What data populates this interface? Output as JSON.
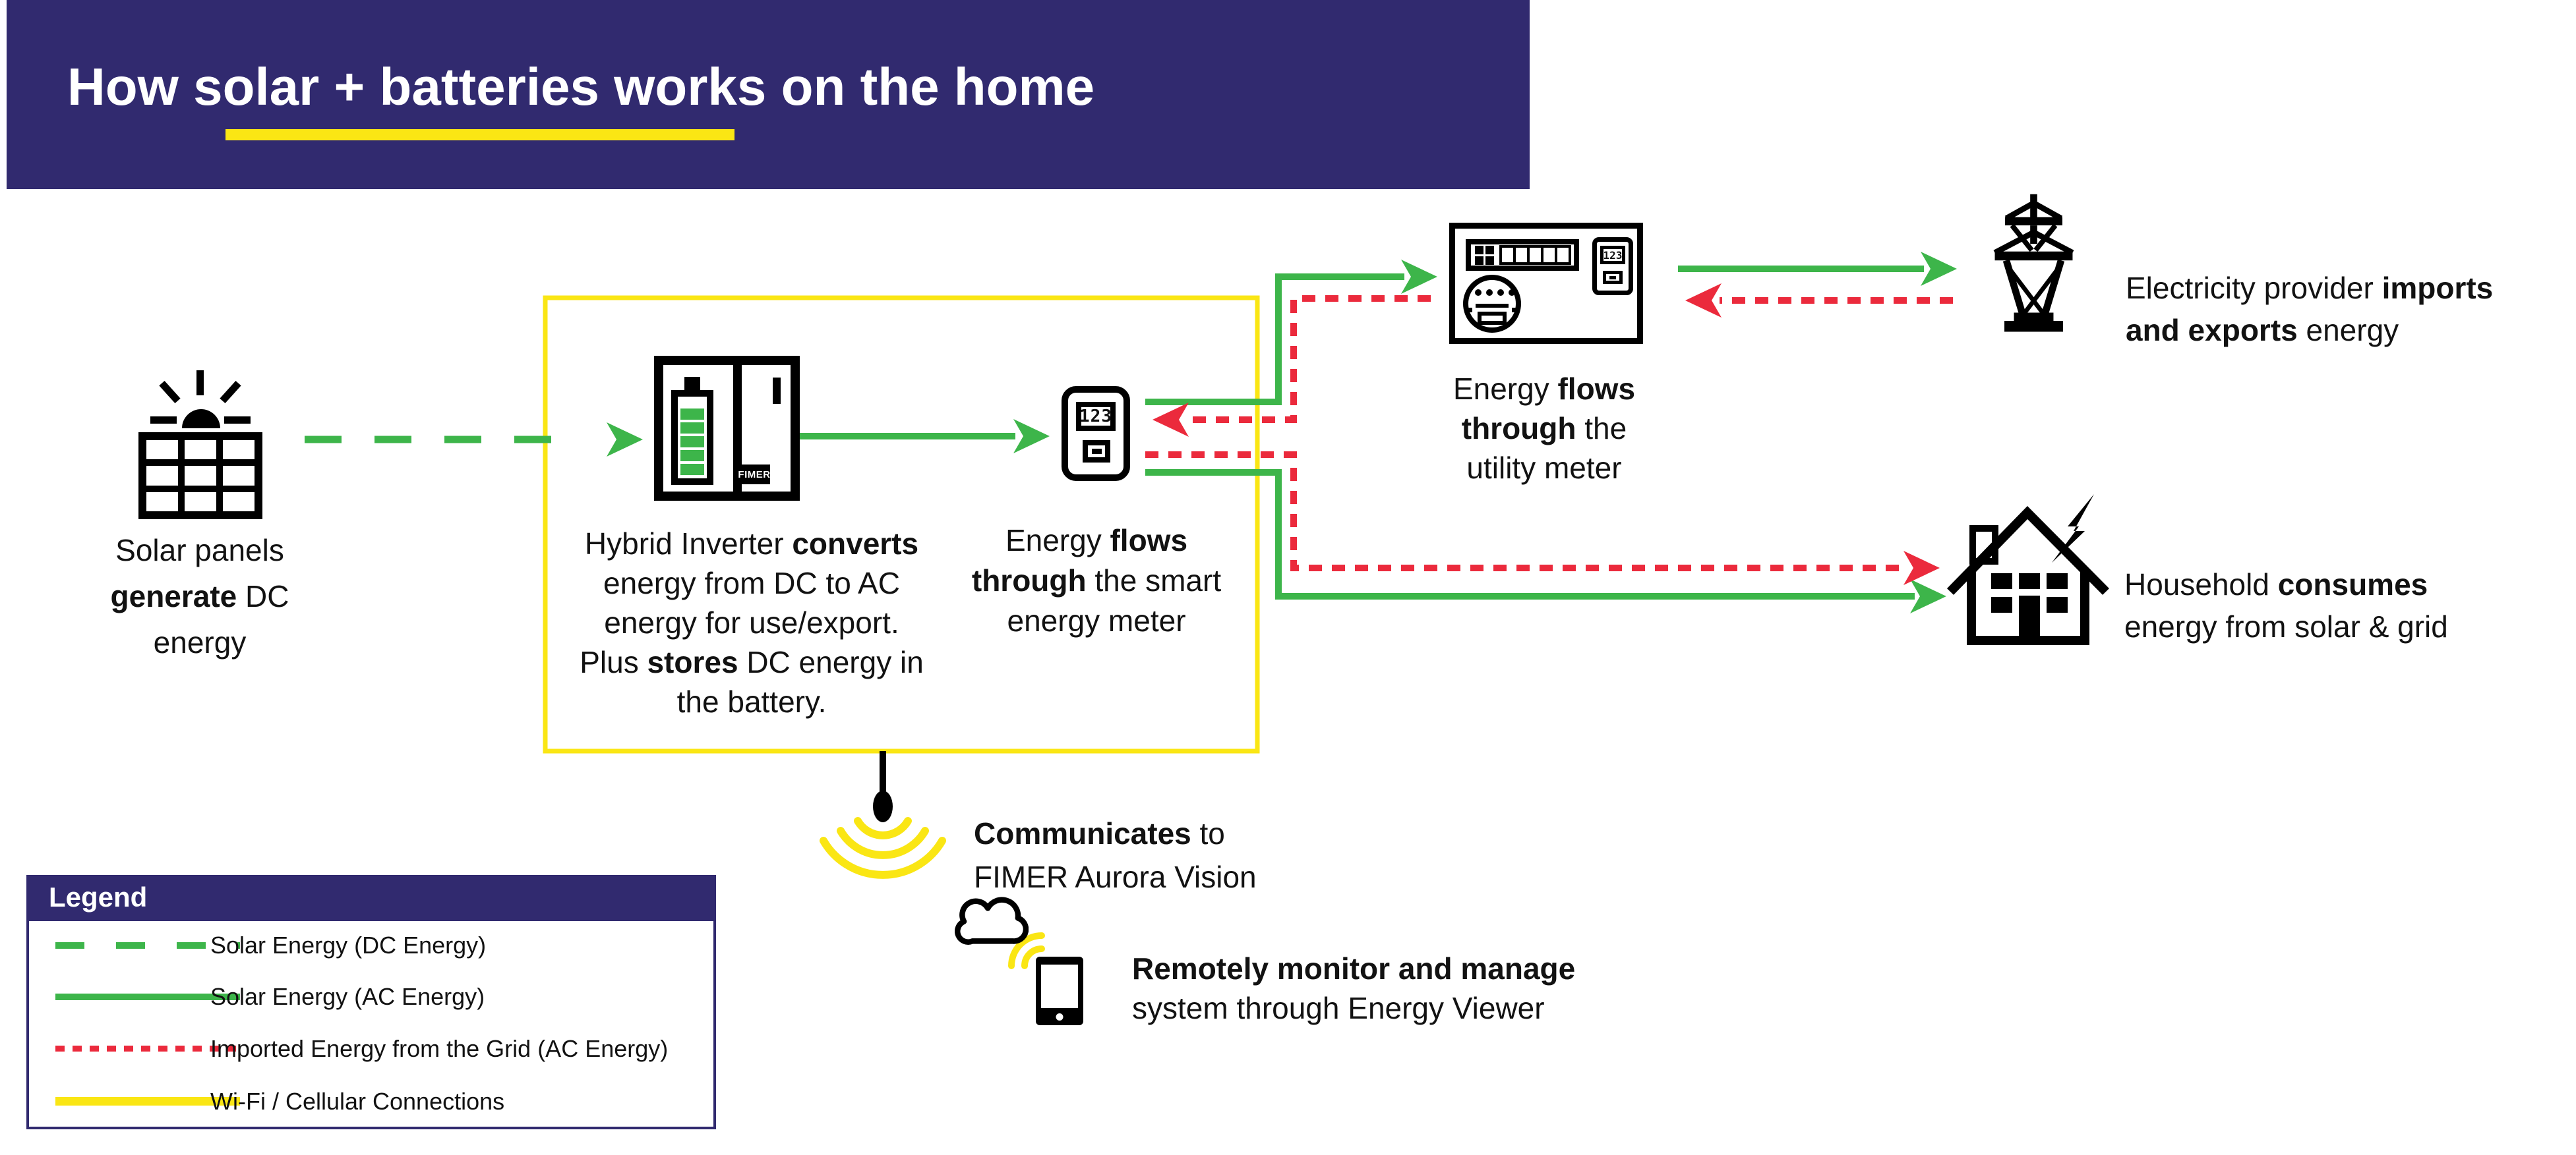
{
  "title": {
    "pre": "How ",
    "highlight": "solar + batteries",
    "post": " works on the home"
  },
  "colors": {
    "navy": "#312A6F",
    "green": "#3DB54A",
    "red": "#EB2A3C",
    "yellow": "#FAE614",
    "black": "#000000"
  },
  "solar": {
    "l1": "Solar panels",
    "l2b": "generate",
    "l2": " DC",
    "l3": "energy"
  },
  "inverter": {
    "brand": "FIMER",
    "l1": "Hybrid Inverter ",
    "l1b": "converts",
    "l2": "energy from DC to AC",
    "l3": "energy for use/export.",
    "l4a": "Plus ",
    "l4b": "stores",
    "l4c": " DC energy in",
    "l5": "the battery."
  },
  "smart_meter": {
    "display": "123",
    "l1": "Energy ",
    "l1b": "flows",
    "l2b": "through",
    "l2": " the smart",
    "l3": "energy meter"
  },
  "utility_meter": {
    "display": "123",
    "l1": "Energy ",
    "l1b": "flows",
    "l2b": "through",
    "l2": " the",
    "l3": "utility meter"
  },
  "provider": {
    "l1": "Electricity provider ",
    "l1b": "imports",
    "l2b": "and exports",
    "l2": " energy"
  },
  "household": {
    "l1": "Household ",
    "l1b": "consumes",
    "l2": "energy from solar & grid"
  },
  "communicates": {
    "l1b": "Communicates",
    "l1": " to",
    "l2": "FIMER Aurora Vision"
  },
  "remote": {
    "l1b": "Remotely monitor and manage",
    "l2": "system through Energy Viewer"
  },
  "legend": {
    "header": "Legend",
    "items": [
      {
        "label": "Solar Energy (DC Energy)",
        "style": "dashed-green"
      },
      {
        "label": "Solar Energy (AC Energy)",
        "style": "solid-green"
      },
      {
        "label": "Imported Energy from the Grid (AC Energy)",
        "style": "dotted-red"
      },
      {
        "label": "Wi-Fi / Cellular Connections",
        "style": "solid-yellow"
      }
    ]
  }
}
